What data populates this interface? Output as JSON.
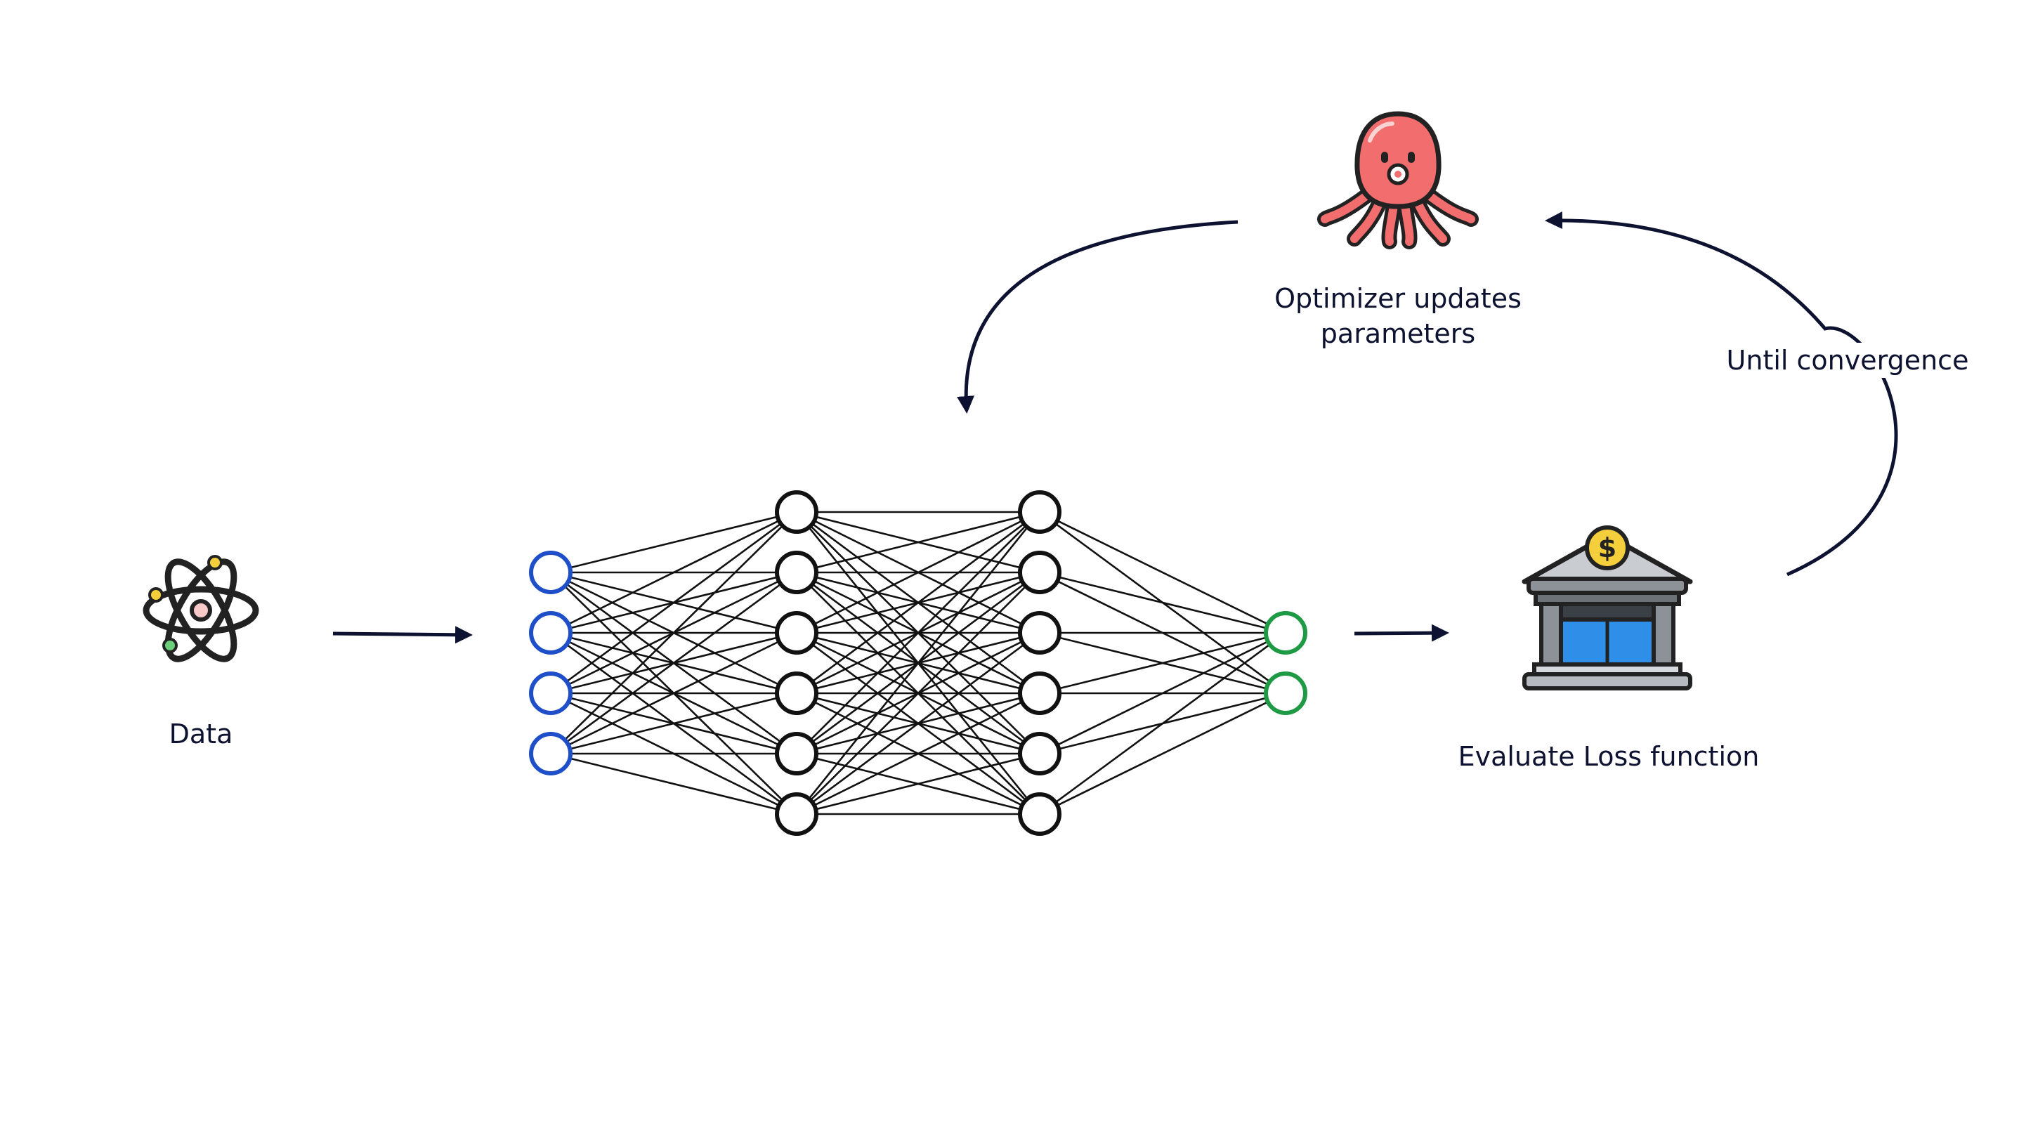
{
  "labels": {
    "data": "Data",
    "optimizer_line1": "Optimizer updates",
    "optimizer_line2": "parameters",
    "loss": "Evaluate Loss function",
    "convergence": "Until convergence"
  },
  "icons": {
    "data": "atom-icon",
    "optimizer": "octopus-icon",
    "loss": "bank-building-icon"
  },
  "network": {
    "layers": [
      4,
      6,
      6,
      2
    ],
    "input_color": "#1f4fc8",
    "hidden_color": "#111111",
    "output_color": "#1e9a45"
  },
  "colors": {
    "arrow": "#0d1230",
    "octopus": "#f26d6d",
    "coin": "#f5cf3b",
    "bank_door": "#2f8fe8"
  }
}
